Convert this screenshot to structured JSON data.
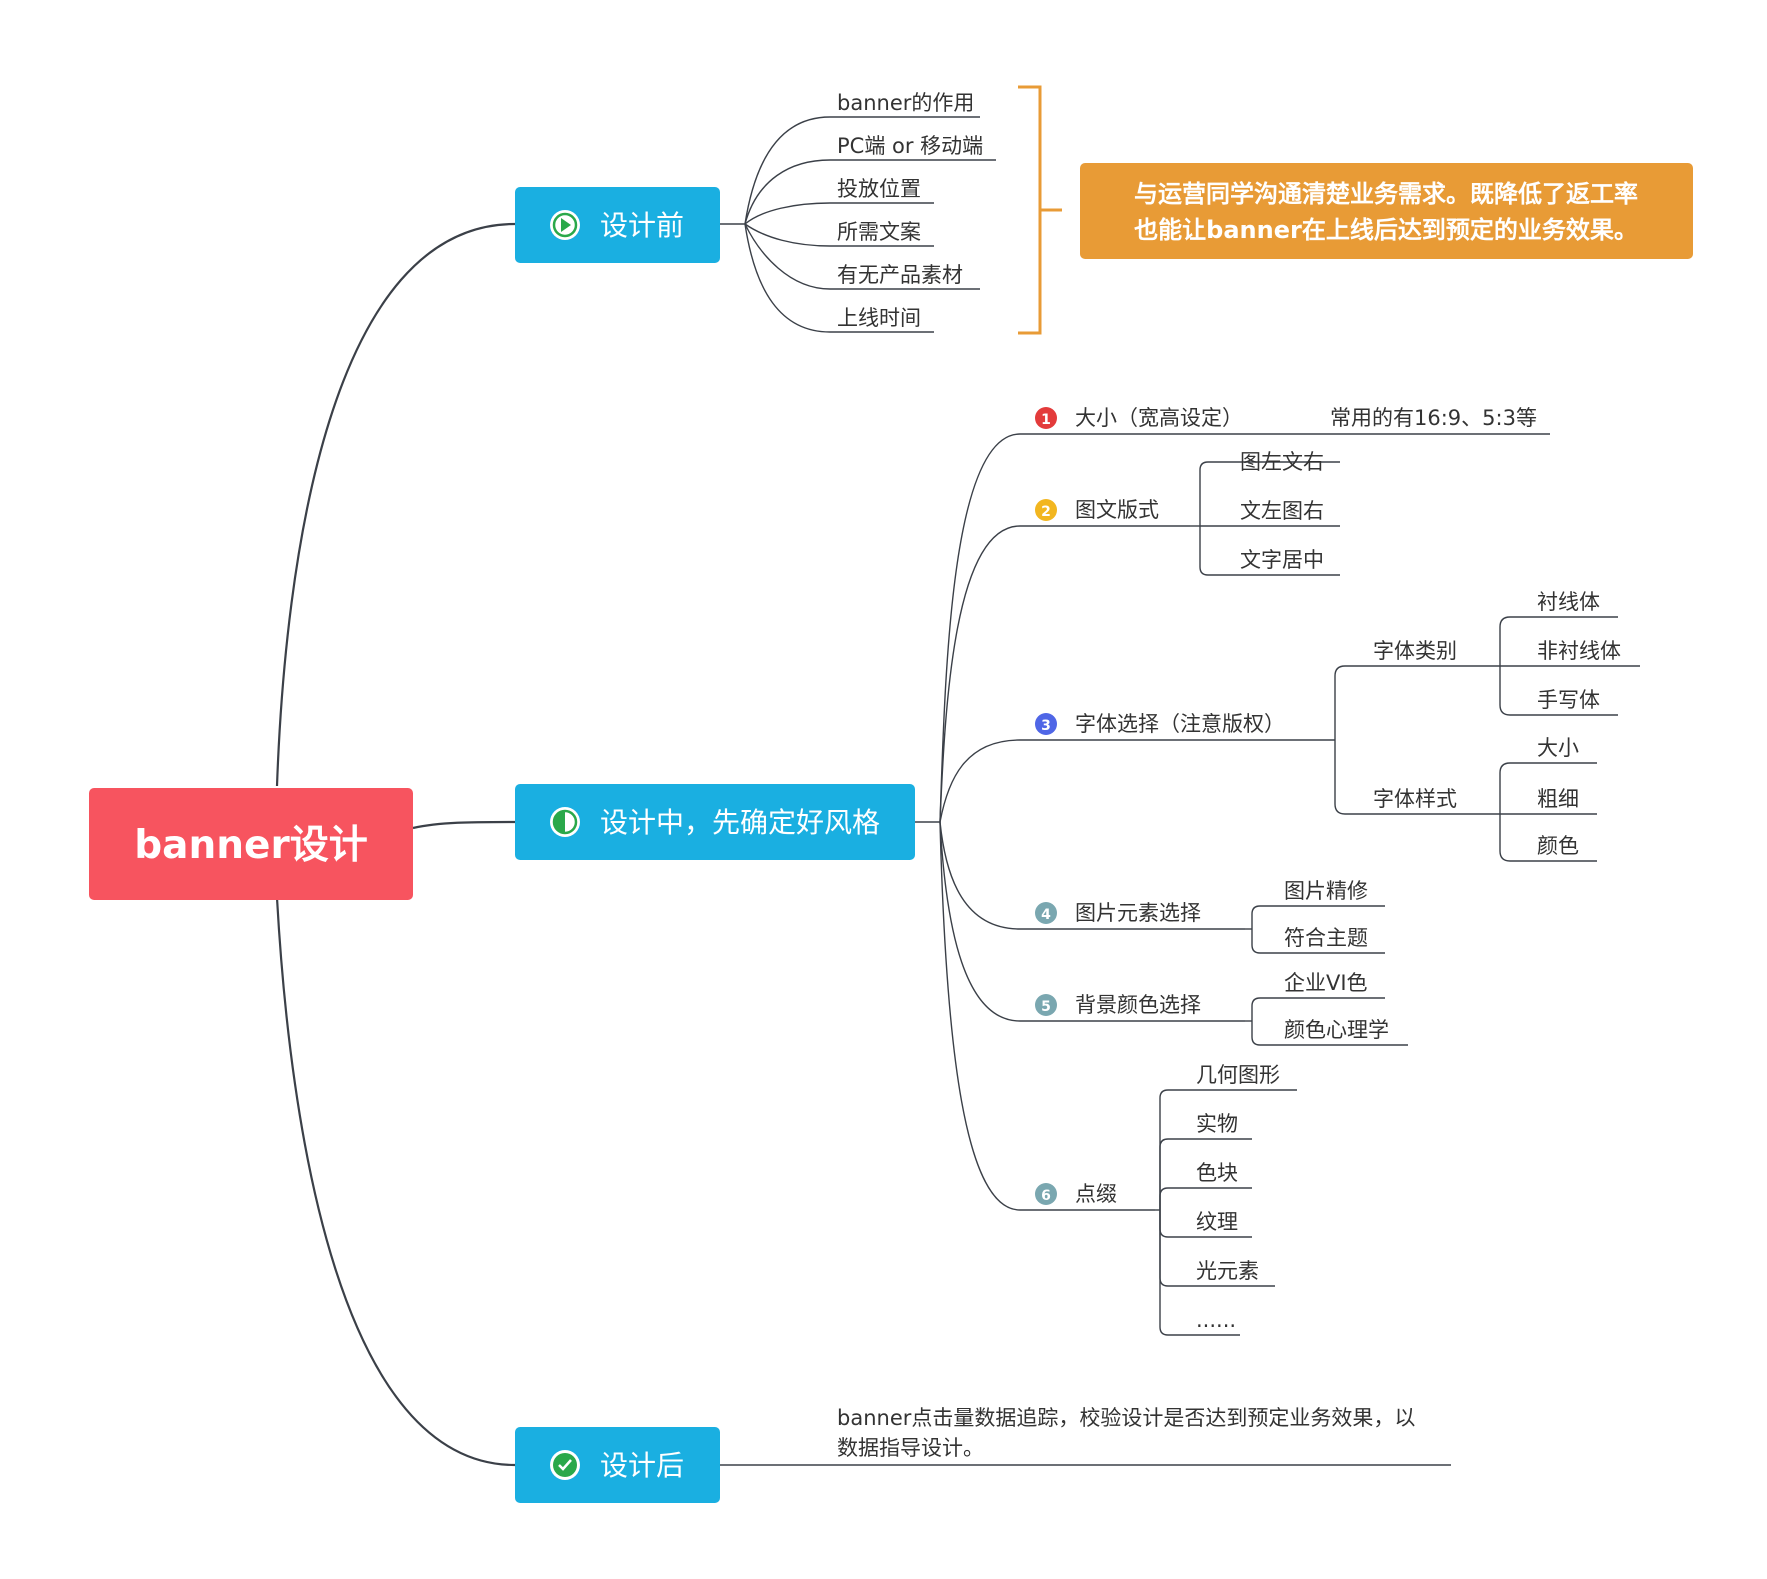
{
  "colors": {
    "root_bg": "#f7545f",
    "branch_bg": "#1aafe1",
    "callout_bg": "#e89b36",
    "bracket": "#e89b36",
    "line": "#3b4048",
    "text": "#333333",
    "num1": "#e33b3b",
    "num2": "#f2b620",
    "num3": "#4f66e6",
    "num_other": "#7aa7b0"
  },
  "root": {
    "label": "banner设计"
  },
  "branch_before": {
    "label": "设计前",
    "icon": "play-icon",
    "items": [
      "banner的作用",
      "PC端 or 移动端",
      "投放位置",
      "所需文案",
      "有无产品素材",
      "上线时间"
    ],
    "callout": [
      "与运营同学沟通清楚业务需求。既降低了返工率",
      "也能让banner在上线后达到预定的业务效果。"
    ]
  },
  "branch_during": {
    "label": "设计中，先确定好风格",
    "icon": "half-circle-icon",
    "size": {
      "num": "1",
      "label": "大小（宽高设定）",
      "note": "常用的有16:9、5:3等"
    },
    "layout": {
      "num": "2",
      "label": "图文版式",
      "items": [
        "图左文右",
        "文左图右",
        "文字居中"
      ]
    },
    "font": {
      "num": "3",
      "label": "字体选择（注意版权）",
      "category": {
        "label": "字体类别",
        "items": [
          "衬线体",
          "非衬线体",
          "手写体"
        ]
      },
      "style": {
        "label": "字体样式",
        "items": [
          "大小",
          "粗细",
          "颜色"
        ]
      }
    },
    "image": {
      "num": "4",
      "label": "图片元素选择",
      "items": [
        "图片精修",
        "符合主题"
      ]
    },
    "bg": {
      "num": "5",
      "label": "背景颜色选择",
      "items": [
        "企业VI色",
        "颜色心理学"
      ]
    },
    "decor": {
      "num": "6",
      "label": "点缀",
      "items": [
        "几何图形",
        "实物",
        "色块",
        "纹理",
        "光元素",
        "......"
      ]
    }
  },
  "branch_after": {
    "label": "设计后",
    "icon": "check-circle-icon",
    "note": [
      "banner点击量数据追踪，校验设计是否达到预定业务效果，以",
      "数据指导设计。"
    ]
  }
}
